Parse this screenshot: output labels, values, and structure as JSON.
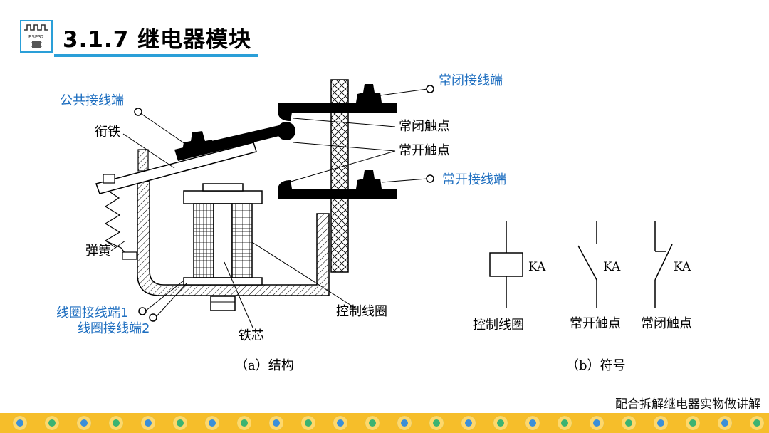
{
  "header": {
    "title": "3.1.7 继电器模块",
    "logo_label": "ESP32",
    "logo_icon": "esp32-chip-icon",
    "accent_color": "#2a9fd8"
  },
  "diagram": {
    "label_color_blue": "#1f6fc0",
    "structure": {
      "common_terminal": "公共接线端",
      "nc_terminal": "常闭接线端",
      "nc_contact": "常闭触点",
      "no_contact": "常开触点",
      "no_terminal": "常开接线端",
      "armature": "衔铁",
      "spring": "弹簧",
      "coil_terminal_1": "线圈接线端1",
      "coil_terminal_2": "线圈接线端2",
      "core": "铁芯",
      "control_coil": "控制线圈",
      "caption": "（a）结构"
    },
    "symbols": {
      "coil_label": "控制线圈",
      "no_label": "常开触点",
      "nc_label": "常闭触点",
      "ka_1": "KA",
      "ka_2": "KA",
      "ka_3": "KA",
      "caption": "（b）符号"
    }
  },
  "footer": {
    "note": "配合拆解继电器实物做讲解",
    "strip_color": "#f6be2a",
    "chip_icon": "chip-icon"
  }
}
